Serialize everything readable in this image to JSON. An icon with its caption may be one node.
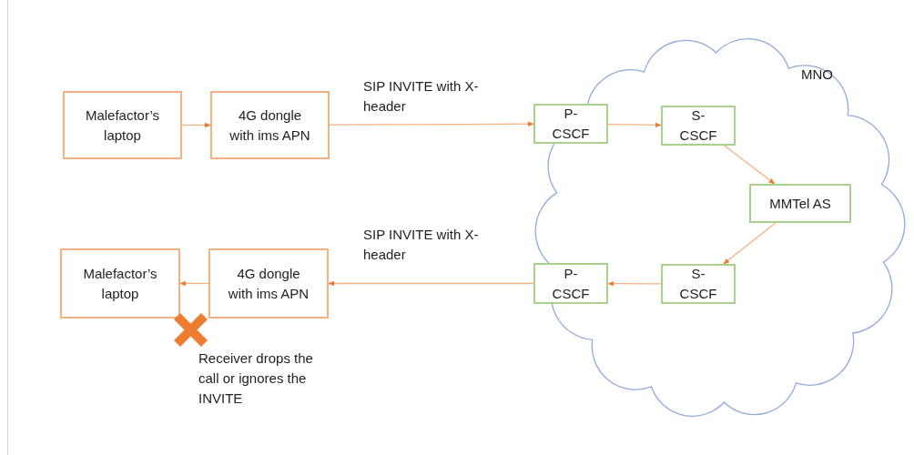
{
  "diagram": {
    "nodes": [
      {
        "text": [
          "Malefactor’s laptop"
        ]
      },
      {
        "text": [
          "4G dongle with ims APN"
        ]
      },
      {
        "text": [
          "MNO"
        ]
      },
      {
        "text": [
          "P-CSCF"
        ],
        "in": 2
      },
      {
        "text": [
          "S-CSCF"
        ],
        "in": 2
      },
      {
        "text": [
          "MMTel AS"
        ],
        "in": 2
      },
      {
        "text": [
          "S-CSCF"
        ],
        "in": 2
      },
      {
        "text": [
          "P-CSCF"
        ],
        "in": 2
      },
      {
        "text": [
          "4G dongle with ims APN"
        ]
      },
      {
        "text": [
          "Malefactor’s laptop"
        ]
      }
    ],
    "edges": [
      {
        "from": 0,
        "to": 1,
        "arrow": "to"
      },
      {
        "from": 1,
        "to": 3,
        "arrow": "to",
        "label": "SIP INVITE with X-header"
      },
      {
        "from": 3,
        "to": 4,
        "arrow": "to"
      },
      {
        "from": 4,
        "to": 5,
        "arrow": "to"
      },
      {
        "from": 5,
        "to": 6,
        "arrow": "to"
      },
      {
        "from": 6,
        "to": 7,
        "arrow": "to"
      },
      {
        "from": 7,
        "to": 8,
        "arrow": "to",
        "label": "SIP INVITE with X-header"
      },
      {
        "from": 8,
        "to": 9,
        "arrow": "to"
      }
    ],
    "labels": [
      "Receiver drops the call or ignores the INVITE"
    ]
  }
}
